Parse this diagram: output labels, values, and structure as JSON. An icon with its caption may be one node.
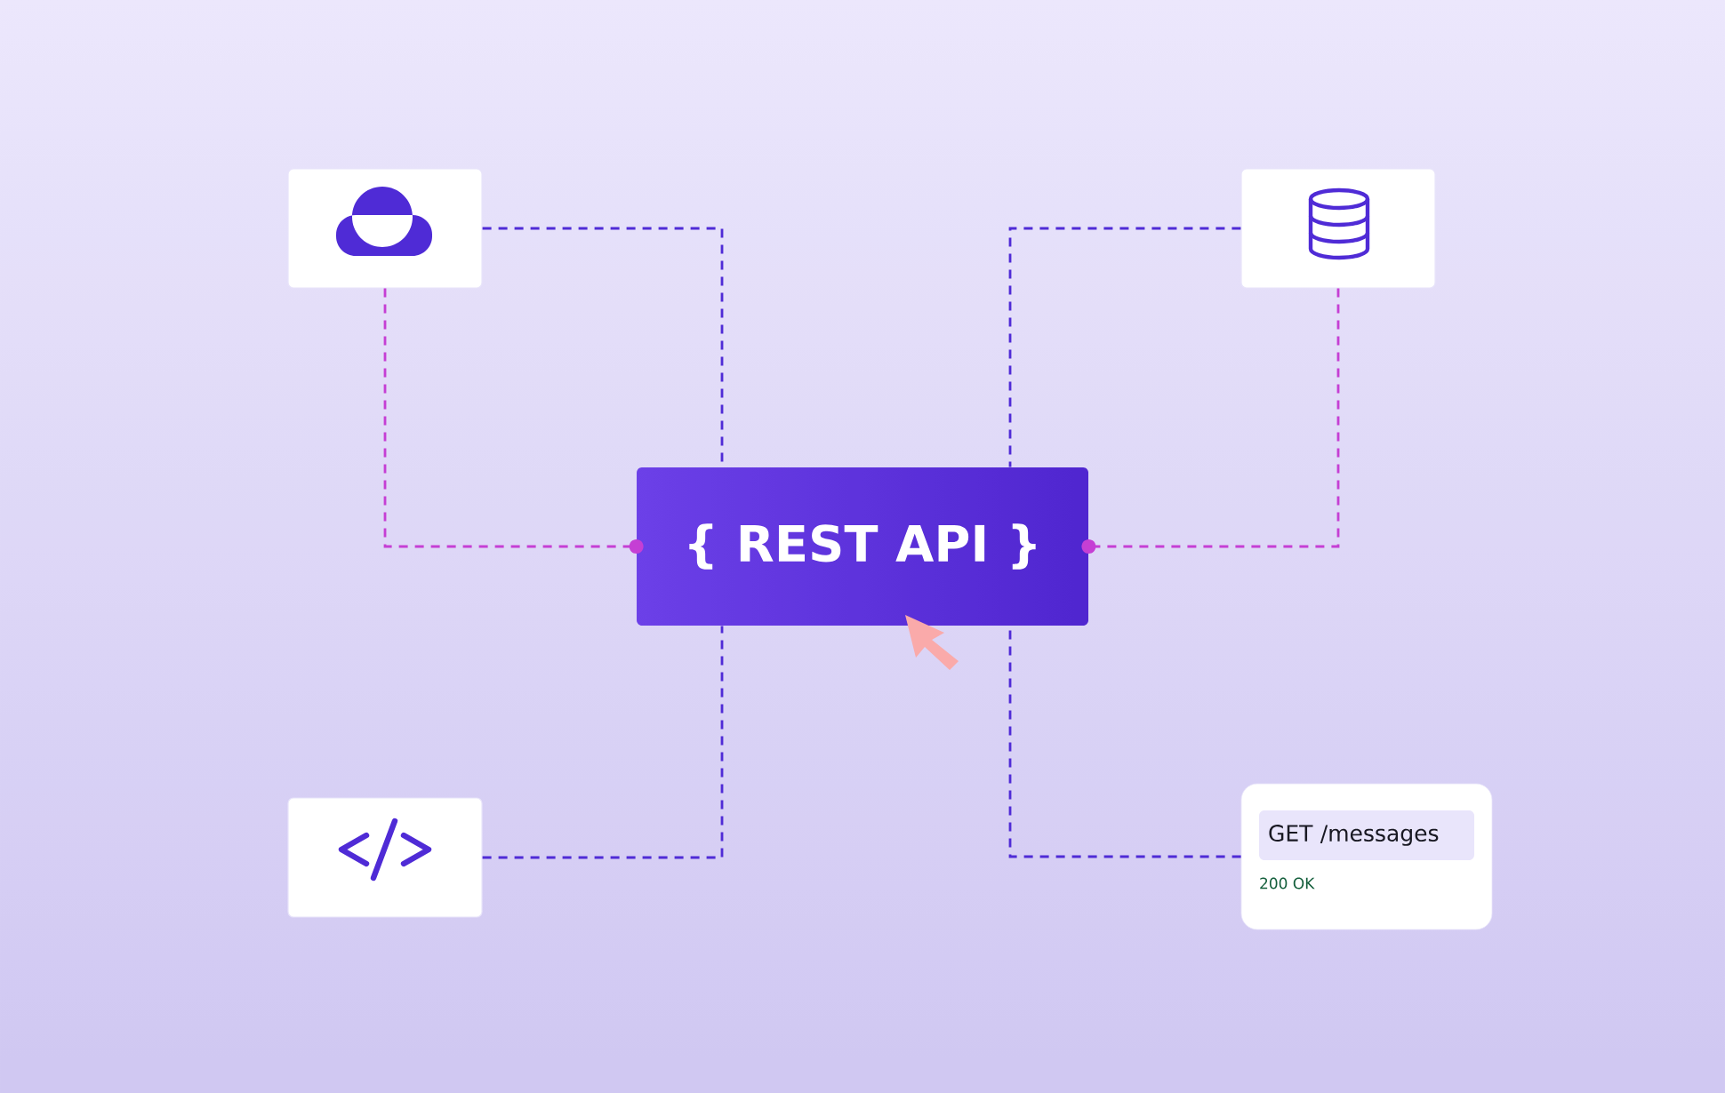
{
  "diagram": {
    "nodes": [
      {
        "text": [],
        "shape": "box"
      },
      {
        "text": [],
        "shape": "box"
      },
      {
        "text": [
          "{ REST API }"
        ]
      },
      {
        "text": [],
        "shape": "box"
      },
      {
        "text": [
          "GET /messages",
          "200 OK"
        ]
      }
    ],
    "edges": [
      {
        "from": 0,
        "to": 2,
        "arrow": "none",
        "style": "dashed"
      },
      {
        "from": 1,
        "to": 2,
        "arrow": "none",
        "style": "dashed"
      },
      {
        "from": 0,
        "to": 2,
        "arrow": "other",
        "style": "dashed",
        "color": "#c53fd4"
      },
      {
        "from": 1,
        "to": 2,
        "arrow": "other",
        "style": "dashed",
        "color": "#c53fd4"
      },
      {
        "from": 3,
        "to": 2,
        "arrow": "none",
        "style": "dashed"
      },
      {
        "from": 4,
        "to": 2,
        "arrow": "none",
        "style": "dashed"
      }
    ]
  }
}
